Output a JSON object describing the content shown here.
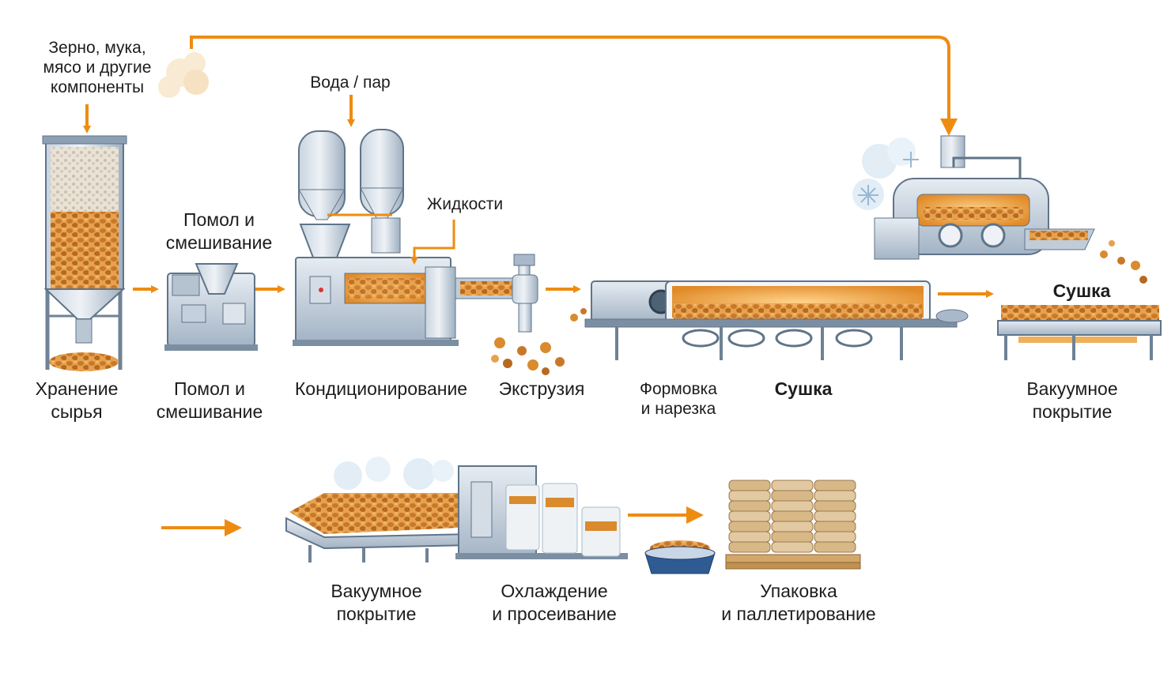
{
  "colors": {
    "arrow": "#ee8c12",
    "steel_light": "#d9e2ec",
    "steel_mid": "#a9b9ca",
    "steel_dark": "#5f7489",
    "kibble": "#d98b2e",
    "kibble_dark": "#a9601a",
    "glow": "#f7b552"
  },
  "inputs": {
    "raw": [
      "Зерно, мука,",
      "мясо и другие",
      "компоненты"
    ],
    "water": "Вода / пар",
    "liquids": "Жидкости",
    "mill_top": [
      "Помол и",
      "смешивание"
    ]
  },
  "stages": {
    "storage": [
      "Хранение",
      "сырья"
    ],
    "milling": [
      "Помол и",
      "смешивание"
    ],
    "conditioning": "Кондиционирование",
    "extrusion": "Экструзия",
    "forming": [
      "Формовка",
      "и нарезка"
    ],
    "drying": "Сушка",
    "drying_top": "Сушка",
    "coating_right": [
      "Вакуумное",
      "покрытие"
    ],
    "coating_bottom": [
      "Вакуумное",
      "покрытие"
    ],
    "cooling": [
      "Охлаждение",
      "и просеивание"
    ],
    "packing": [
      "Упаковка",
      "и паллетирование"
    ]
  },
  "icons": [
    "silo-icon",
    "mill-mixer-icon",
    "conditioner-icon",
    "extruder-icon",
    "forming-conveyor-icon",
    "dryer-icon",
    "coating-tray-icon",
    "vacuum-coater-icon",
    "bagging-machine-icon",
    "bowl-icon",
    "pallet-icon",
    "snowflake-icon"
  ]
}
